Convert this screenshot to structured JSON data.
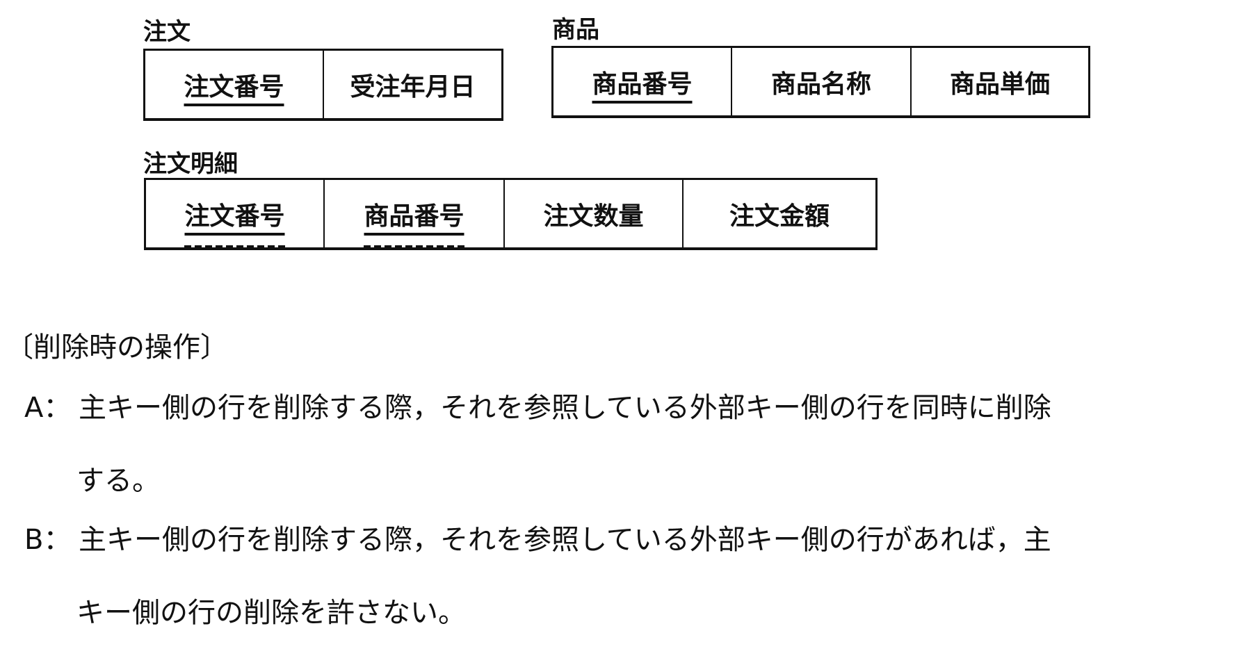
{
  "tables": [
    {
      "name": "注文",
      "columns": [
        {
          "label": "注文番号",
          "key": "primary"
        },
        {
          "label": "受注年月日",
          "key": "none"
        }
      ]
    },
    {
      "name": "商品",
      "columns": [
        {
          "label": "商品番号",
          "key": "primary"
        },
        {
          "label": "商品名称",
          "key": "none"
        },
        {
          "label": "商品単価",
          "key": "none"
        }
      ]
    },
    {
      "name": "注文明細",
      "columns": [
        {
          "label": "注文番号",
          "key": "primary-foreign"
        },
        {
          "label": "商品番号",
          "key": "primary-foreign"
        },
        {
          "label": "注文数量",
          "key": "none"
        },
        {
          "label": "注文金額",
          "key": "none"
        }
      ]
    }
  ],
  "section": {
    "heading": "〔削除時の操作〕",
    "items": [
      {
        "marker": "A：",
        "line1": "主キー側の行を削除する際，それを参照している外部キー側の行を同時に削除",
        "line2": "する。"
      },
      {
        "marker": "B：",
        "line1": "主キー側の行を削除する際，それを参照している外部キー側の行があれば，主",
        "line2": "キー側の行の削除を許さない。"
      }
    ]
  }
}
